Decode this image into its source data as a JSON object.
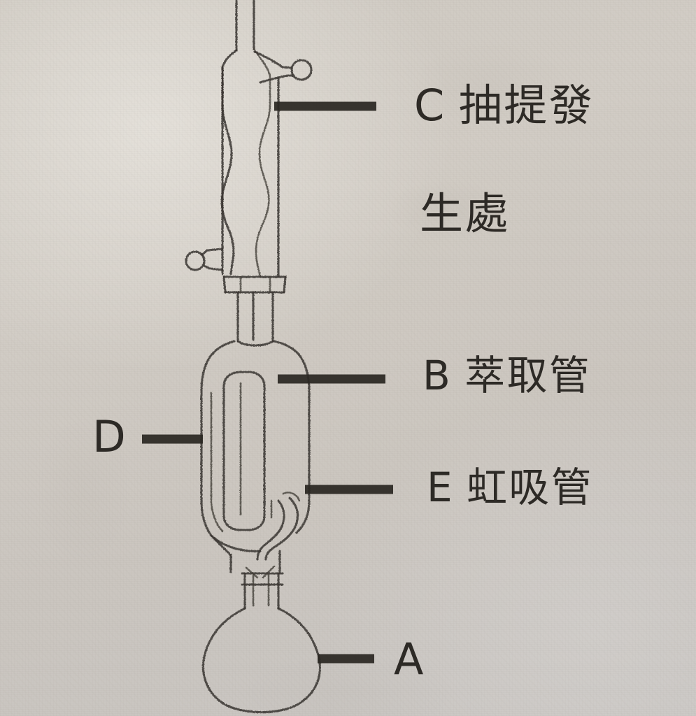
{
  "image": {
    "kind": "scanned-hand-drawn-diagram",
    "subject": "Soxhlet extraction apparatus",
    "background_color": "#cdc8c1",
    "ink_color": "#3a3631"
  },
  "labels": [
    {
      "key": "C",
      "letter": "C",
      "text_line1": "抽提發",
      "text_line2": "生處",
      "full_text": "C 抽提發生處",
      "leader": "horizontal-bar-pointing-left"
    },
    {
      "key": "B",
      "letter": "B",
      "text_line1": "萃取管",
      "full_text": "B 萃取管",
      "leader": "horizontal-bar-pointing-left"
    },
    {
      "key": "E",
      "letter": "E",
      "text_line1": "虹吸管",
      "full_text": "E 虹吸管",
      "leader": "horizontal-bar-pointing-left"
    },
    {
      "key": "D",
      "letter": "D",
      "text_line1": "",
      "full_text": "D",
      "leader": "horizontal-bar-pointing-right"
    },
    {
      "key": "A",
      "letter": "A",
      "text_line1": "",
      "full_text": "A",
      "leader": "horizontal-bar-pointing-left"
    }
  ],
  "label_c": {
    "letter": "C",
    "line1": "抽提發",
    "line2": "生處"
  },
  "label_b": {
    "letter": "B",
    "line1": "萃取管"
  },
  "label_e": {
    "letter": "E",
    "line1": "虹吸管"
  },
  "label_d": {
    "letter": "D"
  },
  "label_a": {
    "letter": "A"
  },
  "parts": [
    {
      "id": "A",
      "name": "round-bottom-flask"
    },
    {
      "id": "B",
      "name": "extraction-chamber"
    },
    {
      "id": "C",
      "name": "condenser"
    },
    {
      "id": "D",
      "name": "extraction-thimble"
    },
    {
      "id": "E",
      "name": "siphon-tube"
    }
  ]
}
